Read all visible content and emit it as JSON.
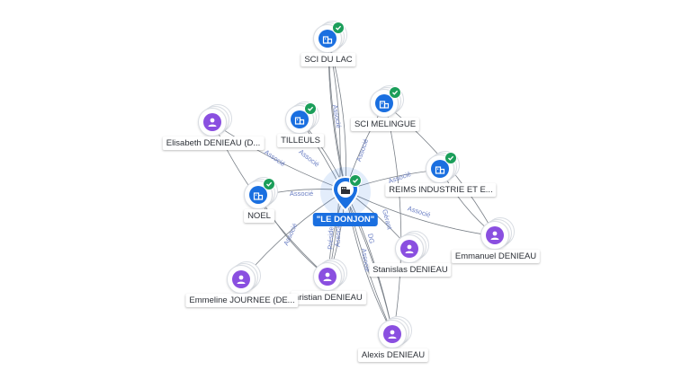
{
  "center": {
    "label": "\"LE DONJON\"",
    "kind": "company",
    "verified": true
  },
  "nodes": [
    {
      "id": "sci-du-lac",
      "label": "SCI DU LAC",
      "kind": "company",
      "verified": true
    },
    {
      "id": "sci-melingue",
      "label": "SCI MELINGUE",
      "kind": "company",
      "verified": true
    },
    {
      "id": "tilleuls",
      "label": "TILLEULS",
      "kind": "company",
      "verified": true
    },
    {
      "id": "reims-industrie",
      "label": "REIMS INDUSTRIE ET E...",
      "kind": "company",
      "verified": true
    },
    {
      "id": "noel",
      "label": "NOEL",
      "kind": "company",
      "verified": true
    },
    {
      "id": "elisabeth",
      "label": "Elisabeth DENIEAU (D...",
      "kind": "person",
      "verified": false
    },
    {
      "id": "emmanuel",
      "label": "Emmanuel DENIEAU",
      "kind": "person",
      "verified": false
    },
    {
      "id": "stanislas",
      "label": "Stanislas DENIEAU",
      "kind": "person",
      "verified": false
    },
    {
      "id": "christian",
      "label": "hristian DENIEAU",
      "kind": "person",
      "verified": false
    },
    {
      "id": "emmeline",
      "label": "Emmeline JOURNEE (DE...",
      "kind": "person",
      "verified": false
    },
    {
      "id": "alexis",
      "label": "Alexis DENIEAU",
      "kind": "person",
      "verified": false
    }
  ],
  "edge_labels": {
    "associe": "Associé",
    "gerant": "Gérant",
    "president": "Président",
    "dg": "DG"
  },
  "colors": {
    "company": "#1a6fe0",
    "person": "#8a4fe0",
    "verified": "#1b9e5a",
    "edge": "#7a8088",
    "edge_label": "#6b7fc4"
  },
  "icons": {
    "company": "building-icon",
    "person": "person-icon",
    "verified": "check-badge-icon",
    "center": "map-pin-icon"
  }
}
